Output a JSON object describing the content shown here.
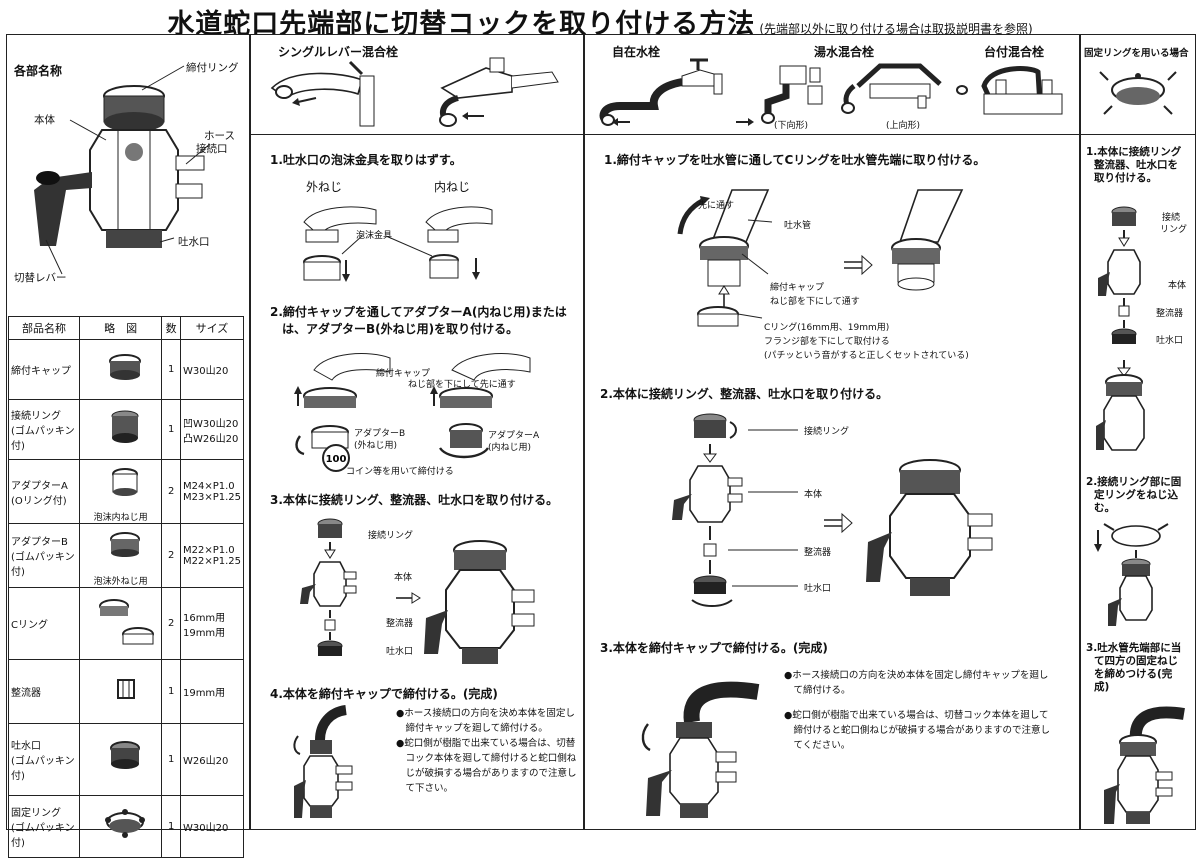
{
  "title": {
    "main": "水道蛇口先端部に切替コックを取り付ける方法",
    "sub": "(先端部以外に取り付ける場合は取扱説明書を参照)"
  },
  "parts_panel": {
    "heading": "各部名称",
    "labels": {
      "ring": "締付リング",
      "body": "本体",
      "hose": "ホース",
      "hose2": "接続口",
      "spout": "吐水口",
      "lever": "切替レバー"
    },
    "table_headers": [
      "部品名称",
      "略　図",
      "数",
      "サイズ"
    ],
    "rows": [
      {
        "name": "締付キャップ",
        "name2": "",
        "caption": "",
        "qty": "1",
        "size": "W30山20",
        "size2": ""
      },
      {
        "name": "接続リング",
        "name2": "(ゴムパッキン付)",
        "caption": "",
        "qty": "1",
        "size": "凹W30山20",
        "size2": "凸W26山20"
      },
      {
        "name": "アダプターA",
        "name2": "(Oリング付)",
        "caption": "泡沫内ねじ用",
        "qty": "2",
        "size": "M24×P1.0",
        "size2": "M23×P1.25"
      },
      {
        "name": "アダプターB",
        "name2": "(ゴムパッキン付)",
        "caption": "泡沫外ねじ用",
        "qty": "2",
        "size": "M22×P1.0",
        "size2": "M22×P1.25"
      },
      {
        "name": "Cリング",
        "name2": "",
        "caption": "",
        "qty": "2",
        "size": "16mm用",
        "size2": "19mm用"
      },
      {
        "name": "整流器",
        "name2": "",
        "caption": "",
        "qty": "1",
        "size": "19mm用",
        "size2": ""
      },
      {
        "name": "吐水口",
        "name2": "(ゴムパッキン付)",
        "caption": "",
        "qty": "1",
        "size": "W26山20",
        "size2": ""
      },
      {
        "name": "固定リング",
        "name2": "(ゴムパッキン付)",
        "caption": "",
        "qty": "1",
        "size": "W30山20",
        "size2": ""
      }
    ]
  },
  "single_lever": {
    "heading": "シングルレバー混合栓",
    "steps": [
      "1.吐水口の泡沫金具を取りはずす。",
      "2.締付キャップを通してアダプターA(内ねじ用)または",
      "　は、アダプターB(外ねじ用)を取り付ける。",
      "3.本体に接続リング、整流器、吐水口を取り付ける。",
      "4.本体を締付キャップで締付ける。(完成)"
    ],
    "labels": {
      "outer": "外ねじ",
      "inner": "内ねじ",
      "aerator": "泡沫金具",
      "cap": "締付キャップ",
      "cap_note": "ねじ部を下にして先に通す",
      "adapterB": "アダプターB",
      "adapterB2": "(外ねじ用)",
      "adapterA": "アダプターA",
      "adapterA2": "(内ねじ用)",
      "coin": "コイン等を用いて締付ける",
      "coin_mark": "100",
      "conn_ring": "接続リング",
      "body": "本体",
      "rectifier": "整流器",
      "spout": "吐水口"
    },
    "notes": [
      "●ホース接続口の方向を決め本体を固定し",
      "　締付キャップを廻して締付ける。",
      "●蛇口側が樹脂で出来ている場合は、切替",
      "　コック本体を廻して締付けると蛇口側ね",
      "　じが破損する場合がありますので注意し",
      "　て下さい。"
    ]
  },
  "faucets": {
    "free": "自在水栓",
    "hot": "湯水混合栓",
    "deck": "台付混合栓",
    "down": "(下向形)",
    "up": "(上向形)",
    "steps": [
      "1.締付キャップを吐水管に通してCリングを吐水管先端に取り付ける。",
      "2.本体に接続リング、整流器、吐水口を取り付ける。",
      "3.本体を締付キャップで締付ける。(完成)"
    ],
    "labels": {
      "through": "先に通す",
      "pipe": "吐水管",
      "cap": "締付キャップ",
      "cap_note": "ねじ部を下にして通す",
      "cring": "Cリング(16mm用、19mm用)",
      "cring_note1": "フランジ部を下にして取付ける",
      "cring_note2": "(パチッという音がすると正しくセットされている)",
      "conn_ring": "接続リング",
      "body": "本体",
      "rectifier": "整流器",
      "spout": "吐水口"
    },
    "notes": [
      "●ホース接続口の方向を決め本体を固定し締付キャップを廻し",
      "　て締付ける。",
      "●蛇口側が樹脂で出来ている場合は、切替コック本体を廻して",
      "　締付けると蛇口側ねじが破損する場合がありますので注意し",
      "　てください。"
    ]
  },
  "fixed_ring": {
    "heading": "固定リングを用いる場合",
    "step1": [
      "1.本体に接続リング",
      "整流器、吐水口を",
      "取り付ける。"
    ],
    "step2": [
      "2.接続リング部に固",
      "定リングをねじ込",
      "む。"
    ],
    "step3": [
      "3.吐水管先端部に当",
      "て四方の固定ねじ",
      "を締めつける(完",
      "成)"
    ],
    "labels": {
      "conn_ring": "接続",
      "conn_ring2": "リング",
      "body": "本体",
      "rectifier": "整流器",
      "spout": "吐水口"
    }
  }
}
